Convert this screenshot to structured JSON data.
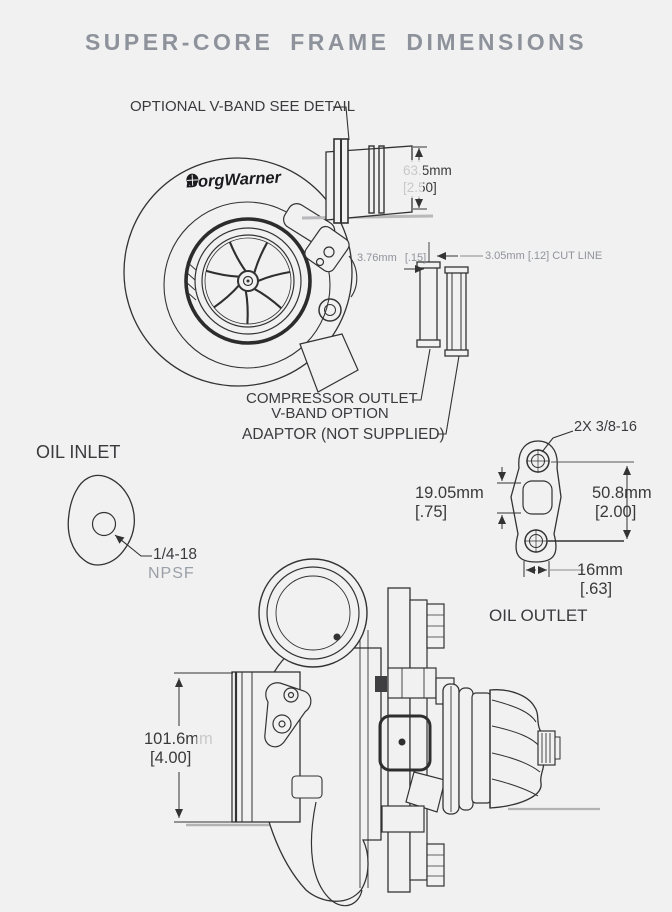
{
  "title": "SUPER-CORE FRAME DIMENSIONS",
  "colors": {
    "background": "#f1f1f2",
    "line": "#333333",
    "title_text": "#8e939b",
    "dim_text": "#3a3a3a",
    "faded_text": "#90939a"
  },
  "front_view": {
    "logo": "BorgWarner",
    "callout_vband": "OPTIONAL V-BAND SEE DETAIL",
    "dim_outlet": {
      "mm": "63.5mm",
      "in": "[2.50]"
    },
    "dim_wall": {
      "mm": "3.76mm",
      "in": "[.15]"
    },
    "dim_cut": {
      "mm": "3.05mm",
      "in": "[.12]",
      "note": "CUT LINE"
    },
    "callout_compressor_outlet_line1": "COMPRESSOR OUTLET",
    "callout_compressor_outlet_line2": "V-BAND OPTION",
    "callout_adaptor": "ADAPTOR (NOT SUPPLIED)"
  },
  "oil_inlet": {
    "heading": "OIL INLET",
    "thread": "1/4-18",
    "thread_type": "NPSF"
  },
  "oil_outlet": {
    "heading": "OIL OUTLET",
    "bolt_callout": "2X 3/8-16",
    "dim_port": {
      "mm": "19.05mm",
      "in": "[.75]"
    },
    "dim_bolt_spacing": {
      "mm": "50.8mm",
      "in": "[2.00]"
    },
    "dim_width": {
      "mm": "16mm",
      "in": "[.63]"
    }
  },
  "side_view": {
    "dim_inlet": {
      "mm": "101.6mm",
      "in": "[4.00]"
    }
  }
}
